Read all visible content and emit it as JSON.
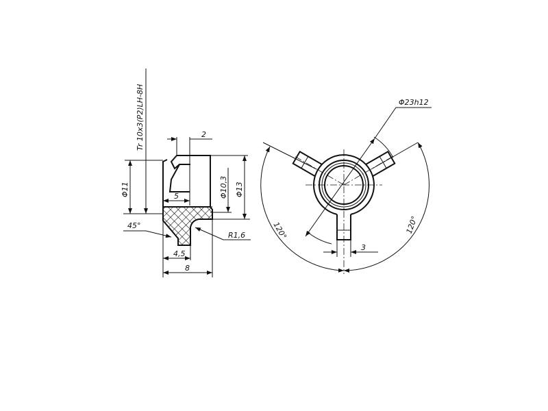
{
  "drawing": {
    "section_view": {
      "thread_label": "Tr 10x3(P2)LH-8H",
      "dim_slot_width": "2",
      "dim_dia_11": "Φ11",
      "dim_dia_10_3": "Φ10,3",
      "dim_dia_13": "Φ13",
      "dim_length_5": "5",
      "dim_angle_45": "45°",
      "dim_radius": "R1,6",
      "dim_length_4_5": "4,5",
      "dim_length_8": "8"
    },
    "plan_view": {
      "dim_outer_dia": "Φ23h12",
      "dim_angle_left": "120°",
      "dim_angle_right": "120°",
      "dim_arm_width": "3"
    }
  }
}
